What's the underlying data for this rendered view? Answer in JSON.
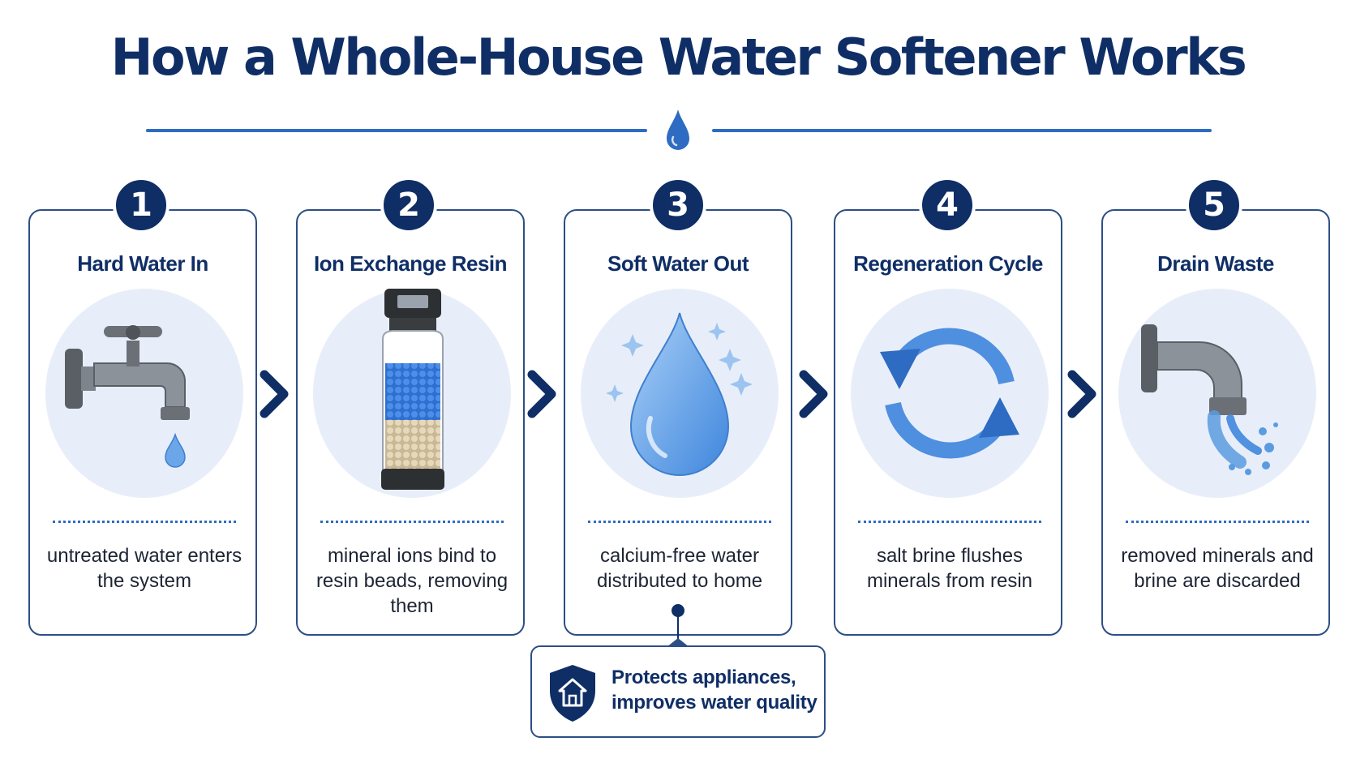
{
  "title": "How a Whole-House Water Softener Works",
  "colors": {
    "navy": "#0f2e66",
    "accent_blue": "#2e6bc2",
    "light_circle": "#e8eef9",
    "water_blue": "#5b9be0"
  },
  "steps": [
    {
      "number": "1",
      "title": "Hard Water In",
      "description": "untreated water enters the system",
      "icon": "faucet-icon"
    },
    {
      "number": "2",
      "title": "Ion Exchange Resin",
      "description": "mineral ions bind to resin beads, removing them",
      "icon": "resin-tank-icon"
    },
    {
      "number": "3",
      "title": "Soft Water Out",
      "description": "calcium-free water distributed to home",
      "icon": "water-drop-icon"
    },
    {
      "number": "4",
      "title": "Regeneration Cycle",
      "description": "salt brine flushes minerals from resin",
      "icon": "cycle-arrows-icon"
    },
    {
      "number": "5",
      "title": "Drain Waste",
      "description": "removed minerals and brine are discarded",
      "icon": "drain-pipe-icon"
    }
  ],
  "callout": {
    "text": "Protects appliances, improves water quality",
    "icon": "house-shield-icon"
  }
}
